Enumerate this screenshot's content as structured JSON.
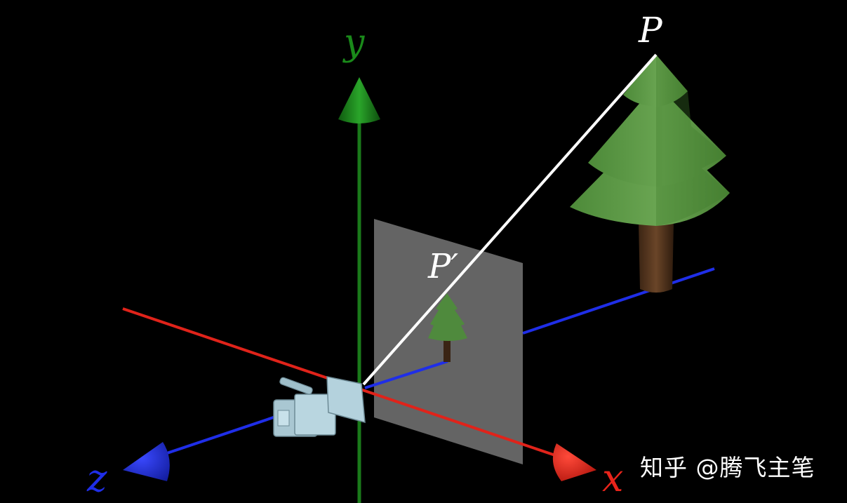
{
  "axes": {
    "x": {
      "label": "x",
      "color": "#e8241b"
    },
    "y": {
      "label": "y",
      "color": "#1a8a1a"
    },
    "z": {
      "label": "z",
      "color": "#1f2ee8"
    }
  },
  "points": {
    "P": "P",
    "P_prime": "P′"
  },
  "colors": {
    "background": "#000000",
    "projection_line": "#ffffff",
    "image_plane": "#8a8a8a",
    "foliage": "#5e9a47",
    "trunk": "#5a3a22",
    "camera": "#a9c7d2"
  },
  "icons": [
    "camera-icon",
    "tree-icon"
  ],
  "watermark": {
    "text": "知乎 @腾飞主笔"
  }
}
